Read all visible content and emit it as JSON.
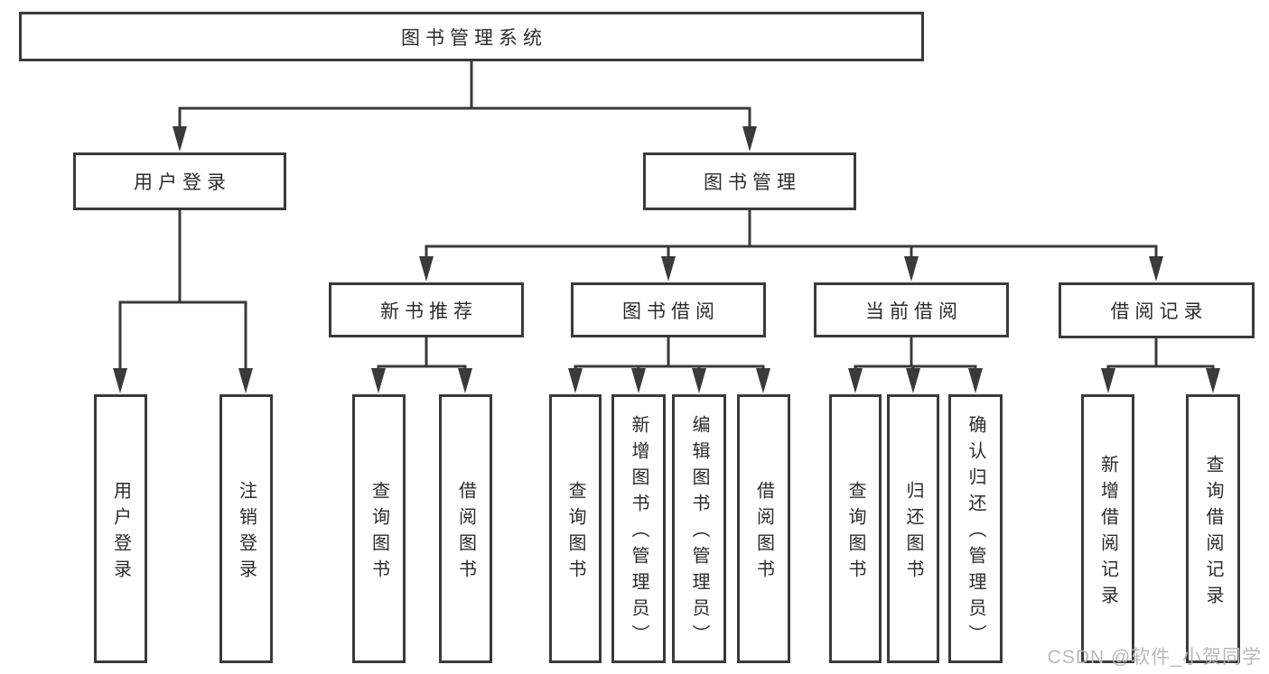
{
  "diagram": {
    "type": "hierarchy-tree",
    "tree": {
      "root": "图书管理系统",
      "level2": [
        {
          "label": "用户登录"
        },
        {
          "label": "图书管理"
        }
      ],
      "level3": [
        {
          "label": "新书推荐"
        },
        {
          "label": "图书借阅"
        },
        {
          "label": "当前借阅"
        },
        {
          "label": "借阅记录"
        }
      ],
      "leaves": {
        "user_login": [
          "用户登录",
          "注销登录"
        ],
        "new_book": [
          "查询图书",
          "借阅图书"
        ],
        "book_borrow": [
          "查询图书",
          "新增图书（管理员）",
          "编辑图书（管理员）",
          "借阅图书"
        ],
        "current_borrow": [
          "查询图书",
          "归还图书",
          "确认归还（管理员）"
        ],
        "borrow_record": [
          "新增借阅记录",
          "查询借阅记录"
        ]
      }
    },
    "watermark": "CSDN @软件_小贺同学",
    "colors": {
      "line": "#3a3a3a",
      "text": "#2b2b2b",
      "background": "#ffffff",
      "watermark": "#b9b9b9"
    }
  }
}
